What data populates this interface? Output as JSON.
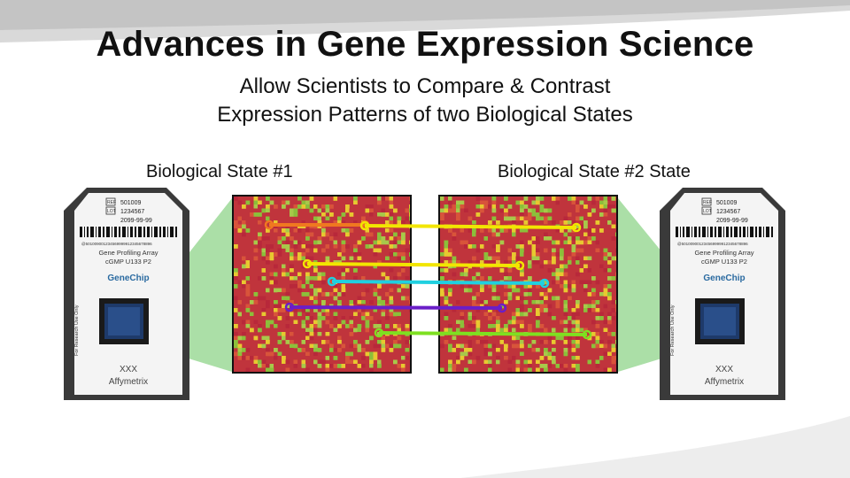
{
  "slide": {
    "title": "Advances in Gene Expression Science",
    "subtitle_line1": "Allow Scientists to Compare & Contrast",
    "subtitle_line2": "Expression Patterns of two Biological States",
    "state_left_label": "Biological State #1",
    "state_right_label": "Biological State #2 State"
  },
  "chip": {
    "ref_label": "REF",
    "ref_value": "501009",
    "lot_label": "LOT",
    "lot_value": "1234567",
    "date": "2099-99-99",
    "barcode_text": "@501009001234569999912345678896",
    "product_line1": "Gene Profiling Array",
    "product_line2": "cGMP U133 P2",
    "brand": "GeneChip",
    "side_text": "For Research Use Only",
    "maker": "Affymetrix"
  },
  "connectors": [
    {
      "color": "#f07820",
      "name": "orange"
    },
    {
      "color": "#f2e600",
      "name": "yellow-top"
    },
    {
      "color": "#f2e600",
      "name": "yellow"
    },
    {
      "color": "#20d0e0",
      "name": "cyan"
    },
    {
      "color": "#6a1ec8",
      "name": "purple"
    },
    {
      "color": "#7ee020",
      "name": "green"
    }
  ],
  "colors": {
    "array_red": "#c0343c",
    "array_green": "#8cbf3a",
    "array_yellow": "#e8c830",
    "funnel_green": "#8fd48a"
  }
}
